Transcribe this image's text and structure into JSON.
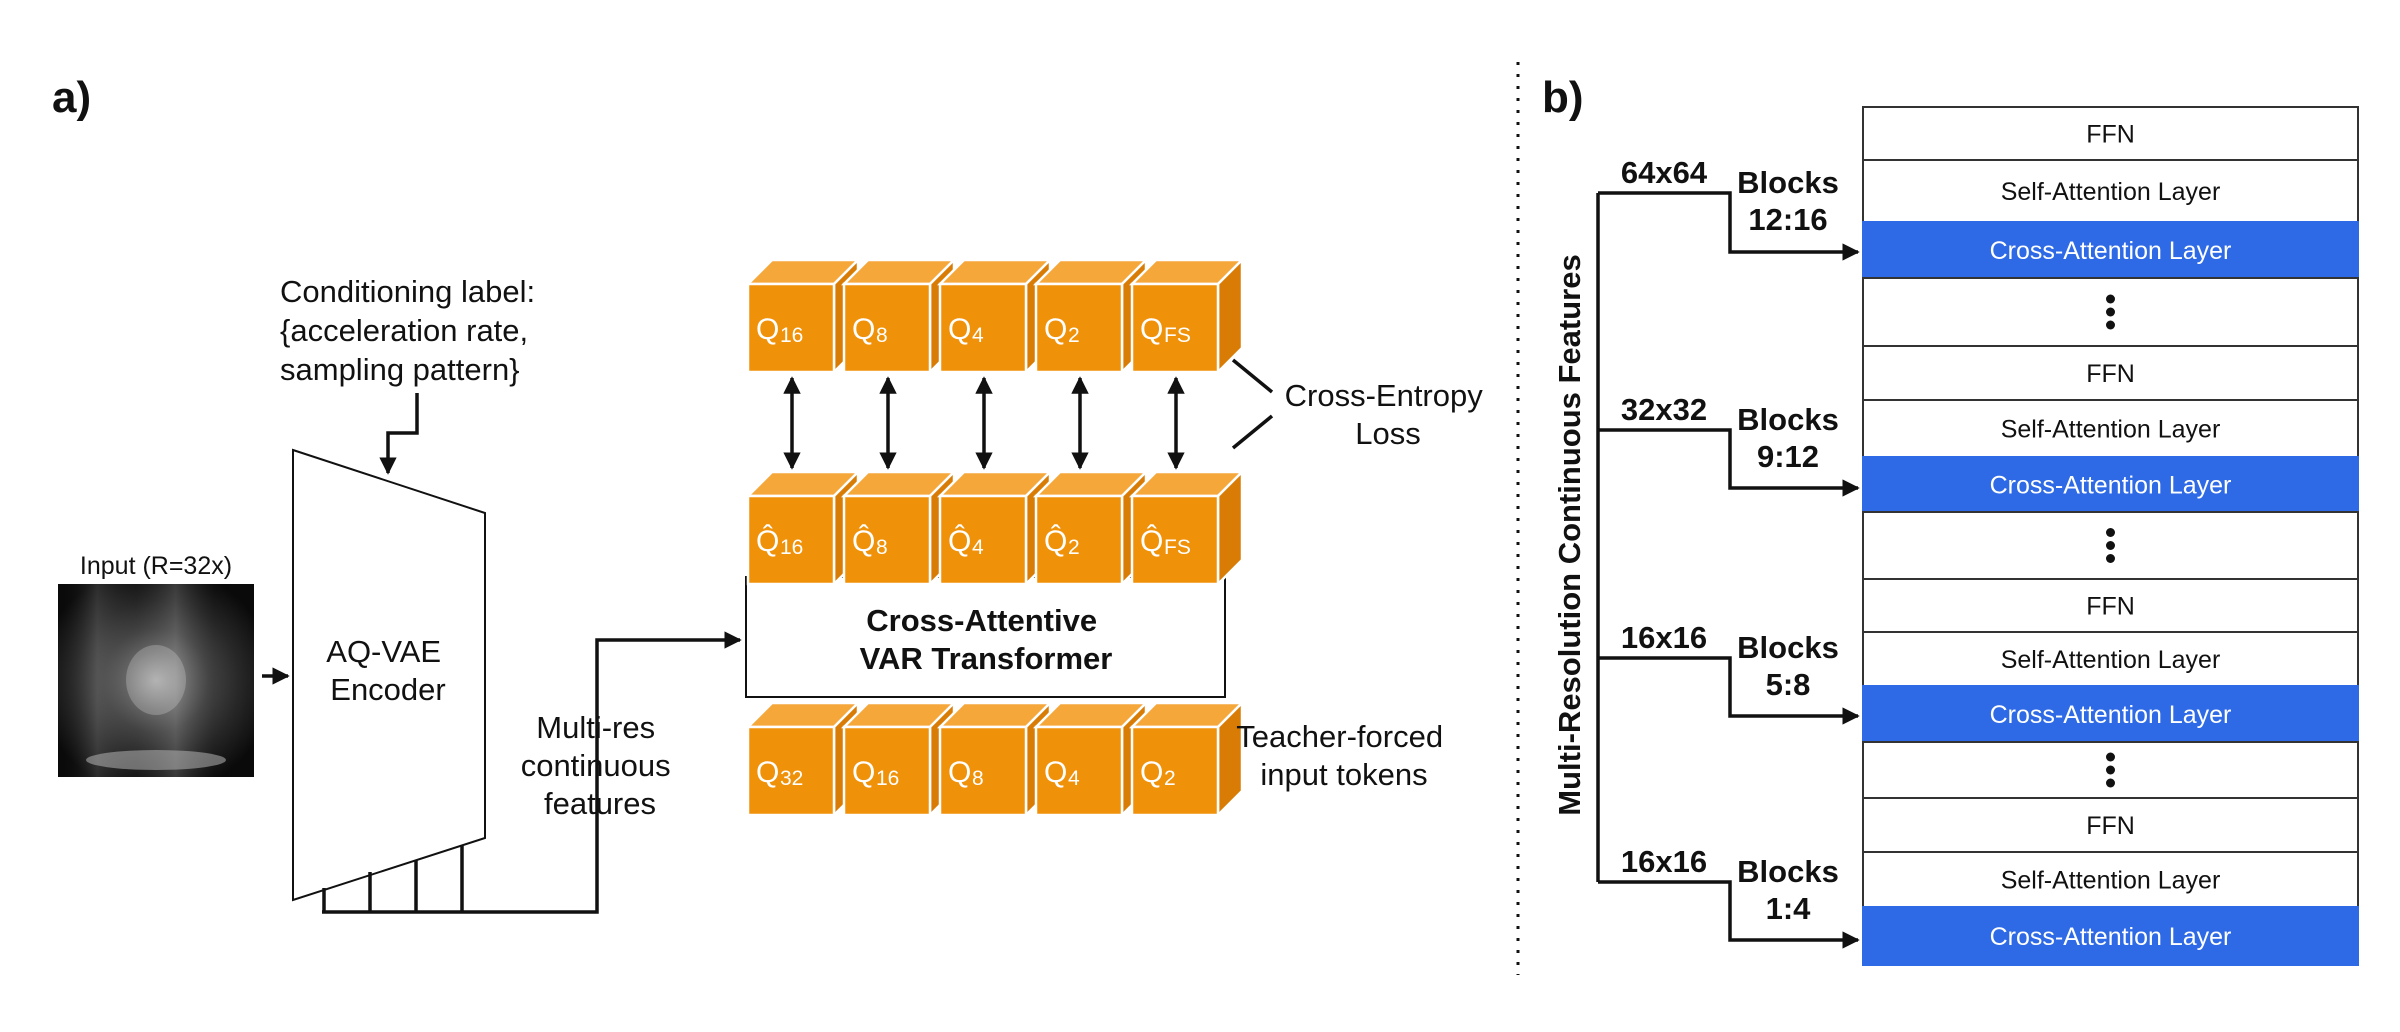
{
  "colors": {
    "token_orange": "#f0910a",
    "cross_attention_blue": "#2f6ae6",
    "line": "#111111"
  },
  "panel_a": {
    "label": "a)",
    "input_label": "Input (R=32x)",
    "conditioning": [
      "Conditioning label:",
      "{acceleration rate,",
      "sampling pattern}"
    ],
    "encoder": [
      "AQ-VAE",
      "Encoder"
    ],
    "multires": [
      "Multi-res",
      "continuous",
      "features"
    ],
    "transformer": [
      "Cross-Attentive",
      "VAR Transformer"
    ],
    "loss": [
      "Cross-Entropy",
      "Loss"
    ],
    "teacher": [
      "Teacher-forced",
      "input tokens"
    ],
    "top_tokens": [
      {
        "letter": "Q",
        "sub": "16"
      },
      {
        "letter": "Q",
        "sub": "8"
      },
      {
        "letter": "Q",
        "sub": "4"
      },
      {
        "letter": "Q",
        "sub": "2"
      },
      {
        "letter": "Q",
        "sub": "FS"
      }
    ],
    "pred_tokens": [
      {
        "letter": "Q̂",
        "sub": "16"
      },
      {
        "letter": "Q̂",
        "sub": "8"
      },
      {
        "letter": "Q̂",
        "sub": "4"
      },
      {
        "letter": "Q̂",
        "sub": "2"
      },
      {
        "letter": "Q̂",
        "sub": "FS"
      }
    ],
    "input_tokens": [
      {
        "letter": "Q",
        "sub": "32"
      },
      {
        "letter": "Q",
        "sub": "16"
      },
      {
        "letter": "Q",
        "sub": "8"
      },
      {
        "letter": "Q",
        "sub": "4"
      },
      {
        "letter": "Q",
        "sub": "2"
      }
    ]
  },
  "panel_b": {
    "label": "b)",
    "vertical_title": "Multi-Resolution Continuous Features",
    "branches": [
      {
        "res": "64x64",
        "blocks": [
          "Blocks",
          "12:16"
        ]
      },
      {
        "res": "32x32",
        "blocks": [
          "Blocks",
          "9:12"
        ]
      },
      {
        "res": "16x16",
        "blocks": [
          "Blocks",
          "5:8"
        ]
      },
      {
        "res": "16x16",
        "blocks": [
          "Blocks",
          "1:4"
        ]
      }
    ],
    "layers": {
      "ffn": "FFN",
      "self_attention": "Self-Attention Layer",
      "cross_attention": "Cross-Attention Layer"
    }
  }
}
